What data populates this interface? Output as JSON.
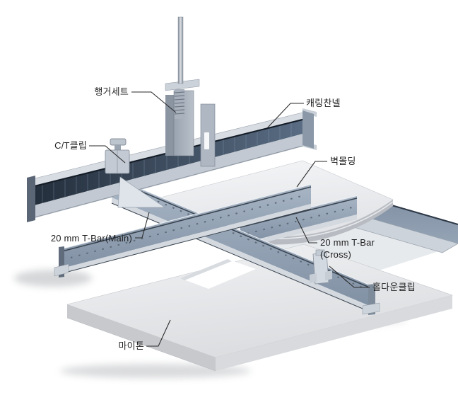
{
  "figure": {
    "type": "assembly-diagram",
    "subject": "suspended ceiling M-bar/T-bar system installation",
    "background": "#ffffff"
  },
  "labels": {
    "hanger_set": "행거세트",
    "carrying_channel": "캐링찬넬",
    "ct_clip": "C/T클립",
    "wall_molding": "벽몰딩",
    "tbar_main": "20 mm T-Bar(Main)",
    "tbar_cross_l1": "20 mm T-Bar",
    "tbar_cross_l2": "(Cross)",
    "hold_down_clip": "홀다운클립",
    "ceiling_tile": "마이톤"
  },
  "colors": {
    "label_text": "#1f1f1f",
    "leader_line": "#2a2a2a",
    "channel_web_dark": "#232e3b",
    "steel_light": "#cfd5dc",
    "steel_mid": "#8fa0b3",
    "molding_face": "#76859a",
    "tile_top": "#eceef0",
    "tile_edge": "#c4c7cb"
  }
}
